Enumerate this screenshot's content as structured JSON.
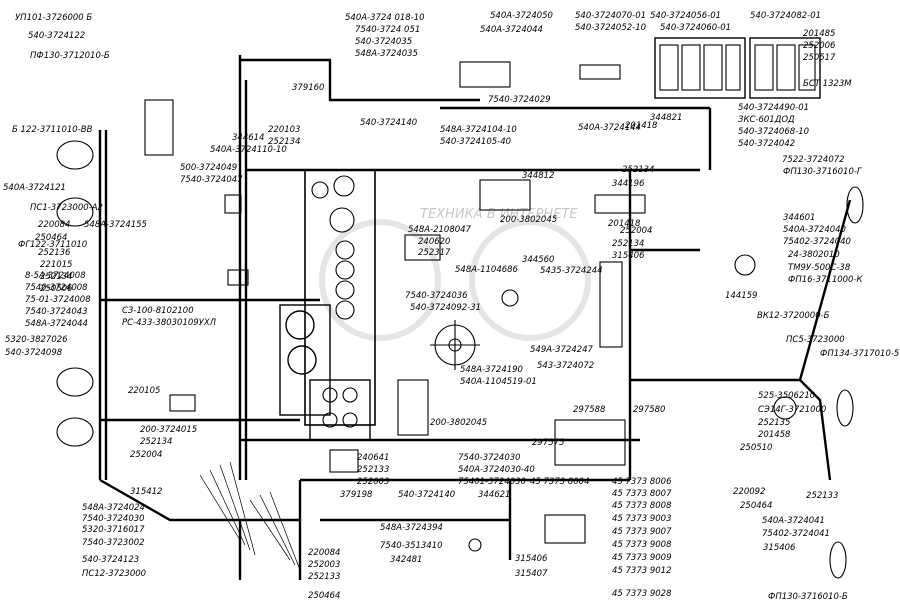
{
  "diagram": {
    "watermark": "ТЕХНИКА В ИНТЕРНЕТЕ",
    "labels_top": [
      "УП101-3726000 Б",
      "540-3724122",
      "ПФ130-3712010-Б",
      "540А-3724 018-10",
      "7540-3724 051",
      "540-3724035",
      "548А-3724035",
      "540А-3724050",
      "540А-3724044",
      "540-3724070-01",
      "540-3724056-01",
      "540-3724082-01",
      "540-3724052-10",
      "540-3724060-01",
      "201485",
      "252006",
      "250517",
      "БСТ 1323М",
      "379160",
      "7540-3724029",
      "540-3724140",
      "344821",
      "540-3724490-01",
      "ЗКС-601ДОД",
      "540-3724068-10",
      "540-3724042"
    ],
    "labels_left": [
      "Б 122-3711010-ВВ",
      "344614",
      "540А-3724110-10",
      "220103",
      "252134",
      "500-3724049",
      "7540-3724047",
      "540А-3724121",
      "ПС1-3723000-А2",
      "220084",
      "548А-3724155",
      "250464",
      "ФГ122-3711010",
      "252136",
      "221015",
      "252134",
      "250506",
      "8-5А-3724008",
      "7540-3724008",
      "75-01-3724008",
      "7540-3724043",
      "548А-3724044",
      "СЗ-100-8102100",
      "РС-433-38030109УХЛ",
      "5320-3827026",
      "540-3724098",
      "220105",
      "200-3724015",
      "252134",
      "252004",
      "315412",
      "548А-3724024",
      "7540-3724030",
      "5320-3716017",
      "7540-3723002",
      "540-3724123",
      "ПС12-3723000"
    ],
    "labels_center": [
      "548А-3724104-10",
      "540-3724105-40",
      "344812",
      "548А-2108047",
      "240620",
      "252317",
      "200-3802045",
      "344560",
      "548А-1104686",
      "7540-3724036",
      "540-3724092-31",
      "548А-3724190",
      "540А-1104519-01",
      "200-3802045",
      "240641",
      "252133",
      "252003",
      "379198",
      "540-3724140",
      "344621",
      "548А-3724394",
      "7540-3513410",
      "342481",
      "220084",
      "252003",
      "252133",
      "250464"
    ],
    "labels_right": [
      "344196",
      "252134",
      "201418",
      "252134",
      "315406",
      "252004",
      "540А-3724144",
      "201418",
      "7522-3724072",
      "ФП130-3716010-Г",
      "344601",
      "540А-3724040",
      "75402-3724040",
      "24-3802010",
      "ТМ9У-500С-38",
      "ФП16-3711000-К",
      "144159",
      "ВК12-3720000-Б",
      "5435-3724244",
      "ПС5-3723000",
      "ФП134-3717010-5",
      "549А-3724247",
      "543-3724072",
      "525-3506210",
      "СЭ14Г-3721000",
      "252135",
      "201458",
      "250510",
      "297588",
      "297580",
      "297575",
      "7540-3724030",
      "540А-3724030-40",
      "75401-3724030",
      "220092",
      "250464",
      "252133",
      "540А-3724041",
      "75402-3724041",
      "315406",
      "ФП130-3716010-Б"
    ],
    "labels_bottom_list": [
      "45 7373 8004",
      "45 7373 8006",
      "45 7373 8007",
      "45 7373 8008",
      "45 7373 9003",
      "45 7373 9007",
      "45 7373 9008",
      "45 7373 9009",
      "45 7373 9012",
      "45 7373 9028",
      "315406",
      "315407"
    ]
  }
}
